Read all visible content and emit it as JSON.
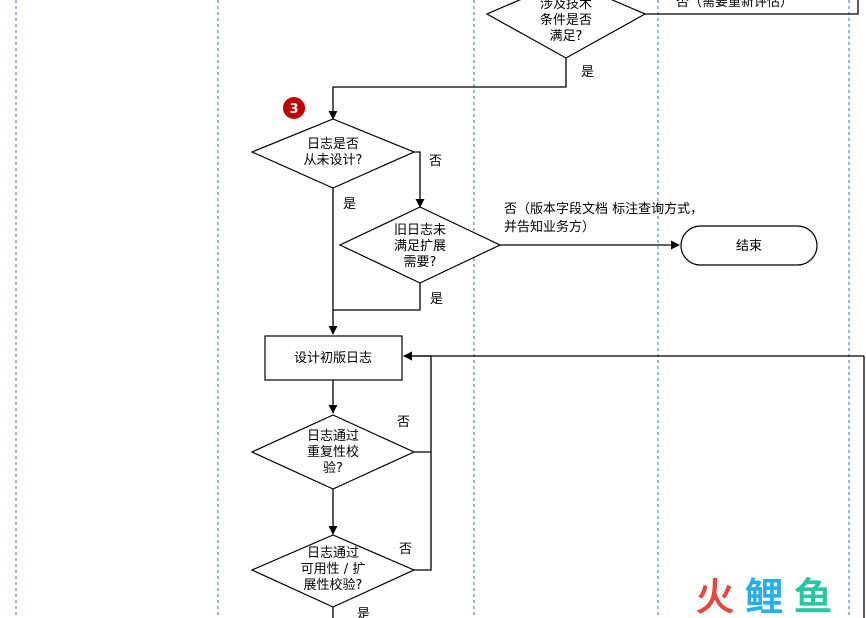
{
  "nodes": {
    "decision_tech": [
      "涉及技术",
      "条件是否",
      "满足?"
    ],
    "decision_log_never": [
      "日志是否",
      "从未设计?"
    ],
    "decision_old_log": [
      "旧日志未",
      "满足扩展",
      "需要?"
    ],
    "end": "结束",
    "design_log": "设计初版日志",
    "decision_repeat": [
      "日志通过",
      "重复性校",
      "验?"
    ],
    "decision_usability": [
      "日志通过",
      "可用性 / 扩",
      "展性校验?"
    ]
  },
  "edge_labels": {
    "reevaluate": "否（需要重新评估）",
    "tech_yes": "是",
    "never_no": "否",
    "never_yes": "是",
    "old_no_line1": "否（版本字段文档 标注查询方式，",
    "old_no_line2": "并告知业务方）",
    "old_yes": "是",
    "repeat_no": "否",
    "usability_no": "否",
    "usability_yes": "是"
  },
  "step_badge": "3",
  "watermark": {
    "chars": [
      "火",
      "鲤",
      "鱼"
    ],
    "colors": [
      "#e8463c",
      "#25b0e8",
      "#26c6a0"
    ]
  },
  "colors": {
    "badge": "#c00000",
    "lane": "#4a6fa5"
  }
}
